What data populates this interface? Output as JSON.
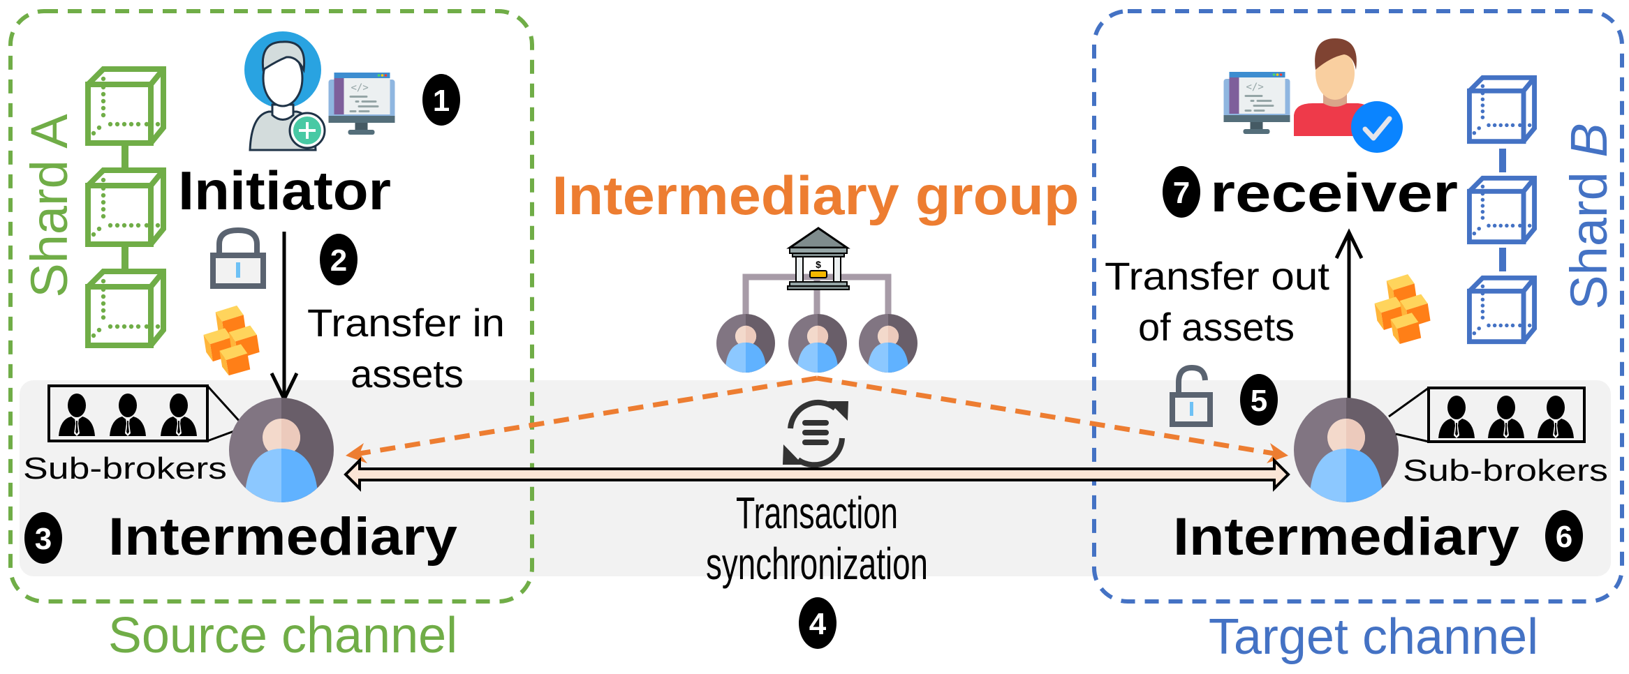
{
  "title": "Cross-shard asset transfer via intermediary group",
  "colors": {
    "source": "#70AD47",
    "target": "#4472C4",
    "group": "#ED7D31",
    "band": "#F2F2F2",
    "sync_arrow_fill": "#FBE5D6",
    "text": "#000000"
  },
  "source_channel": {
    "label": "Source channel",
    "shard_label": "Shard A",
    "initiator_label": "Initiator",
    "step_initiate": "1",
    "step_transfer_in": "2",
    "transfer_in_line1": "Transfer in",
    "transfer_in_line2": "assets",
    "step_intermediary": "3",
    "intermediary_label": "Intermediary",
    "sub_brokers_label": "Sub-brokers"
  },
  "intermediary_group": {
    "label": "Intermediary group",
    "member_count": 3
  },
  "synchronization": {
    "step": "4",
    "line1": "Transaction",
    "line2": "synchronization"
  },
  "target_channel": {
    "label": "Target channel",
    "shard_label_prefix": "Shard ",
    "shard_label_letter": "B",
    "receiver_label": "receiver",
    "step_receive": "7",
    "step_unlock": "5",
    "transfer_out_line1": "Transfer out",
    "transfer_out_line2": "of assets",
    "step_intermediary": "6",
    "intermediary_label": "Intermediary",
    "sub_brokers_label": "Sub-brokers"
  },
  "icons": {
    "initiator": "user-add-icon",
    "monitor": "code-monitor-icon",
    "receiver": "user-verified-icon",
    "lock_closed": "lock-icon",
    "lock_open": "unlock-icon",
    "gold": "gold-bars-icon",
    "bank": "bank-icon",
    "sync": "sync-ledger-icon",
    "sub_brokers": "businessman-icon",
    "intermediary": "avatar-icon",
    "block": "block-cube-icon"
  }
}
